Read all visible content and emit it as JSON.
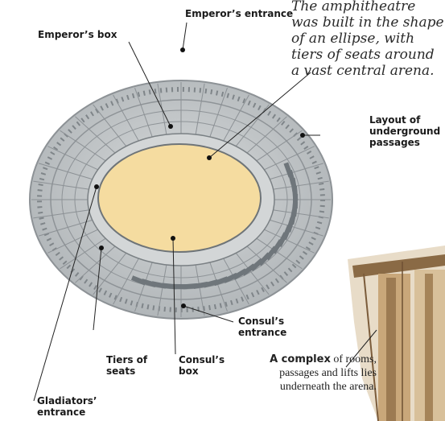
{
  "intro": {
    "lines": [
      "The amphitheatre",
      "was built in the shape",
      "of an ellipse, with",
      "tiers of seats around",
      "a vast central arena."
    ]
  },
  "labels": {
    "emperors_entrance": "Emperor’s entrance",
    "emperors_box": "Emperor’s box",
    "layout_line1": "Layout of",
    "layout_line2": "underground",
    "layout_line3": "passages",
    "consuls_entrance_line1": "Consul’s",
    "consuls_entrance_line2": "entrance",
    "tiers_line1": "Tiers of",
    "tiers_line2": "seats",
    "consuls_box_line1": "Consul’s",
    "consuls_box_line2": "box",
    "gladiators_line1": "Gladiators’",
    "gladiators_line2": "entrance"
  },
  "caption": {
    "bold": "A complex",
    "line1_rest": " of rooms,",
    "line2": "passages and lifts lies",
    "line3": "underneath the arena."
  },
  "colors": {
    "arena": "#f5dca0",
    "stone": "#c9cccd",
    "stone_dark": "#9ea3a6",
    "wall": "#b08b5b"
  }
}
